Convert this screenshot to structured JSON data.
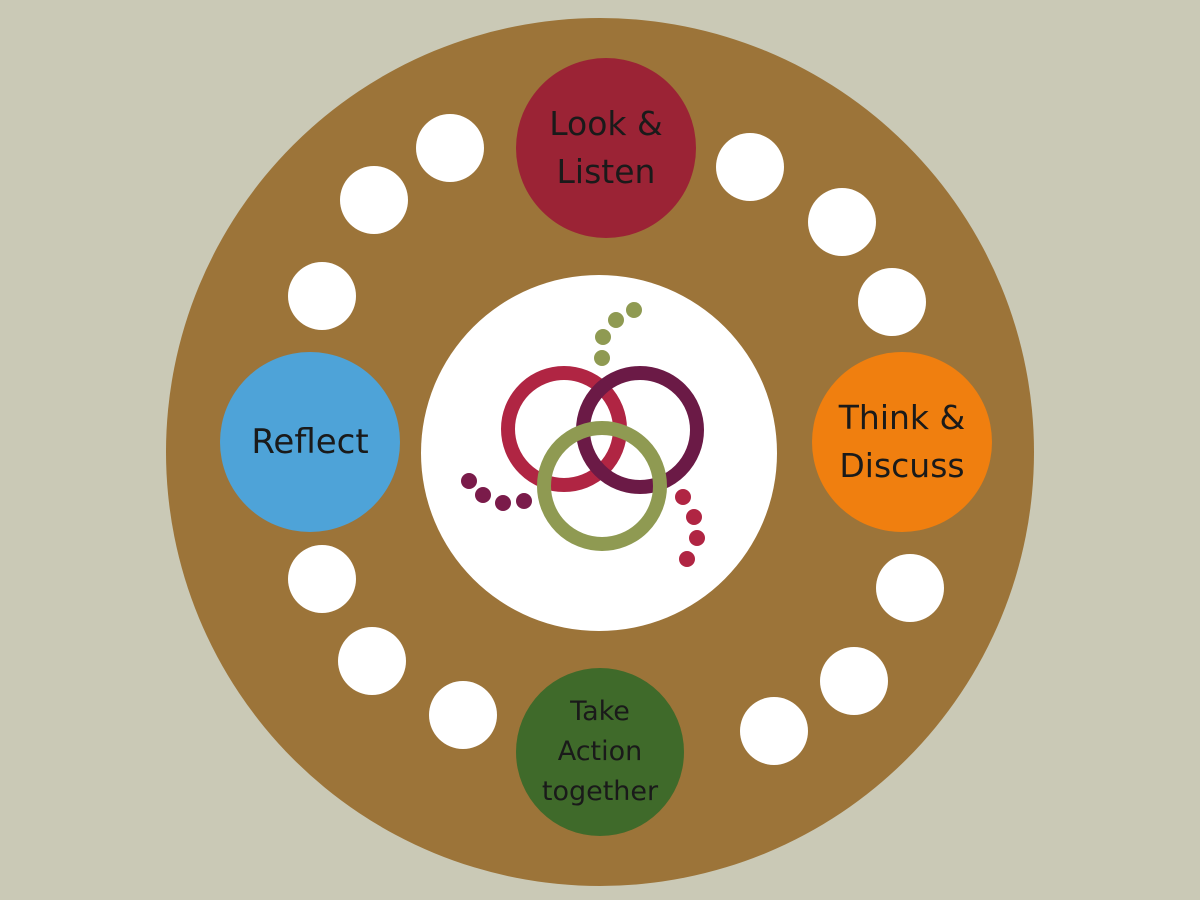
{
  "diagram": {
    "stages": [
      {
        "id": "look",
        "label": "Look &\nListen",
        "color": "#9b2335"
      },
      {
        "id": "think",
        "label": "Think &\nDiscuss",
        "color": "#f07f0f"
      },
      {
        "id": "act",
        "label": "Take\nAction\ntogether",
        "color": "#3f6a2a"
      },
      {
        "id": "reflect",
        "label": "Reflect",
        "color": "#4ea3d8"
      }
    ],
    "colors": {
      "background": "#cac9b6",
      "ring": "#9c7439",
      "center": "#ffffff",
      "dots": "#ffffff"
    },
    "logo": {
      "description_icon": "interlocking-rings-logo-icon",
      "ring_colors": [
        "#b02543",
        "#6b1a46",
        "#8f9a52"
      ],
      "dot_colors": [
        "#8f9a52",
        "#7a1b4a",
        "#b02543"
      ]
    }
  }
}
